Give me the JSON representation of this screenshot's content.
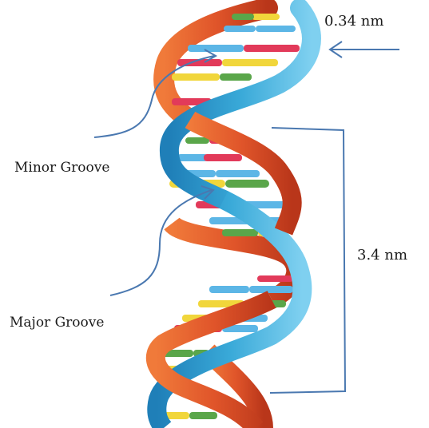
{
  "labels": {
    "rise_per_base": "0.34 nm",
    "helix_pitch": "3.4 nm",
    "minor_groove": "Minor Groove",
    "major_groove": "Major Groove"
  },
  "colors": {
    "strand_orange": "#e0552a",
    "strand_blue": "#39a9d8",
    "base_yellow": "#f1d63b",
    "base_green": "#5aa64a",
    "base_red": "#e23a5a",
    "base_blue": "#5cb6e6",
    "annotation": "#4a78b0"
  }
}
